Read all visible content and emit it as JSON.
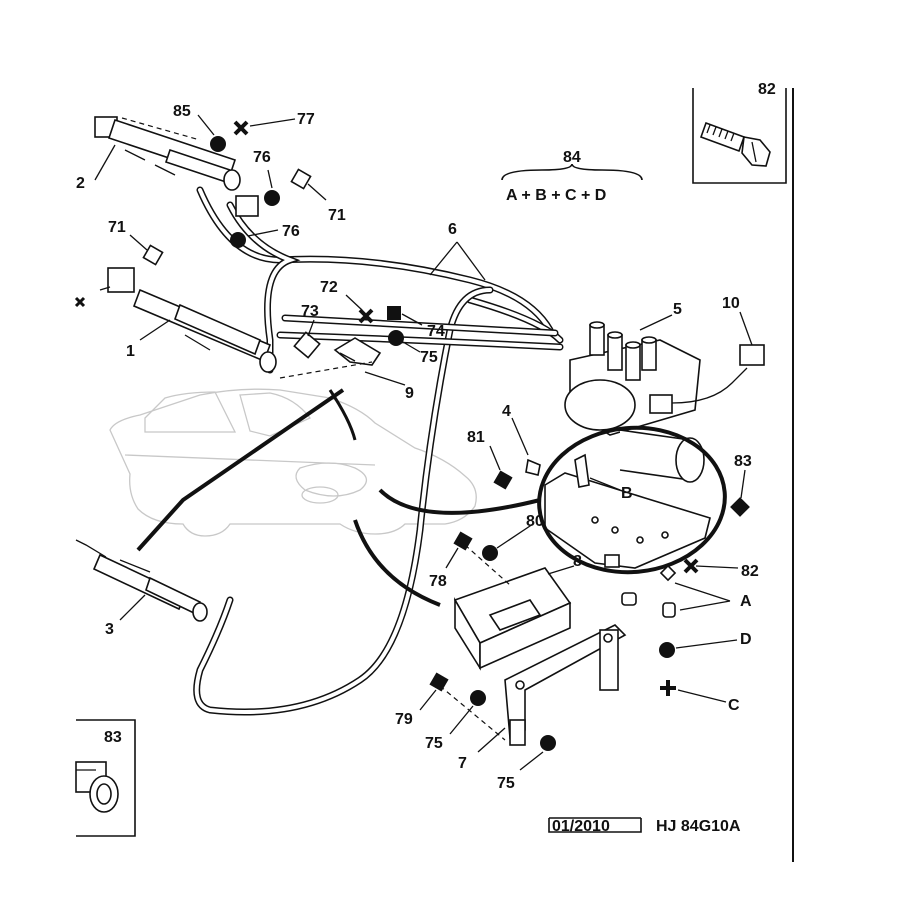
{
  "diagram": {
    "header": {
      "kit_number": "84",
      "kit_formula": "A + B + C + D",
      "inset_top_number": "82",
      "inset_bottom_number": "83"
    },
    "footer": {
      "date": "01/2010",
      "reference": "HJ 84G10A"
    },
    "callouts": {
      "c1": "1",
      "c2": "2",
      "c3": "3",
      "c4": "4",
      "c5": "5",
      "c6": "6",
      "c7": "7",
      "c8": "8",
      "c9": "9",
      "c10": "10",
      "c71a": "71",
      "c71b": "71",
      "c72": "72",
      "c73": "73",
      "c74": "74",
      "c75a": "75",
      "c75b": "75",
      "c75c": "75",
      "c76a": "76",
      "c76b": "76",
      "c77": "77",
      "c78": "78",
      "c79": "79",
      "c80": "80",
      "c81": "81",
      "c82": "82",
      "c83": "83",
      "c85": "85",
      "cA": "A",
      "cB": "B",
      "cC": "C",
      "cD": "D"
    }
  }
}
